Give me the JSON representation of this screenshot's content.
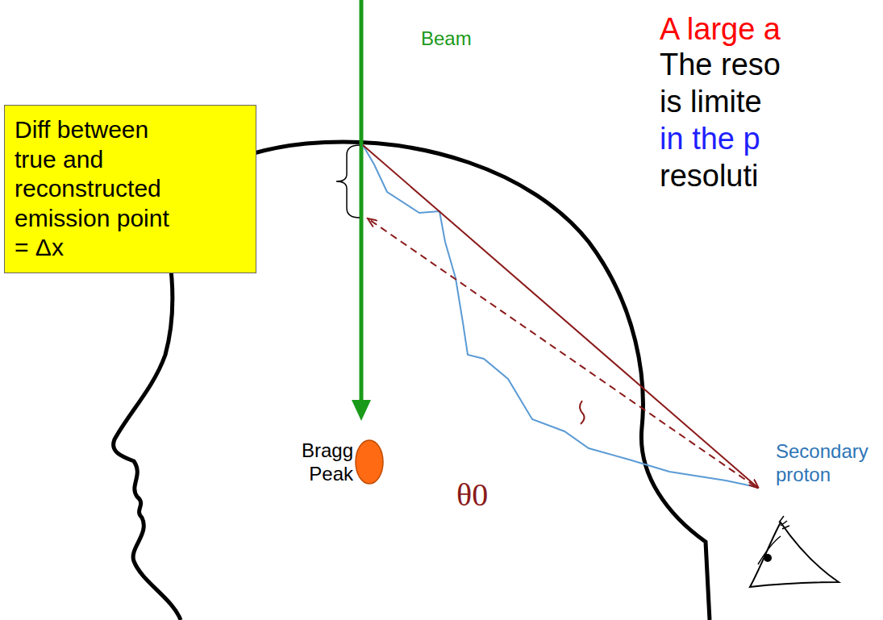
{
  "diagram": {
    "nodes": [
      {
        "text": [
          "Diff between true and reconstructed emission point = Δx"
        ]
      }
    ],
    "labels": [
      "A large a",
      "The reso",
      "is limite",
      "in the p",
      "resoluti",
      "Beam",
      "Bragg Peak",
      "θ0",
      "Secondary proton"
    ]
  }
}
